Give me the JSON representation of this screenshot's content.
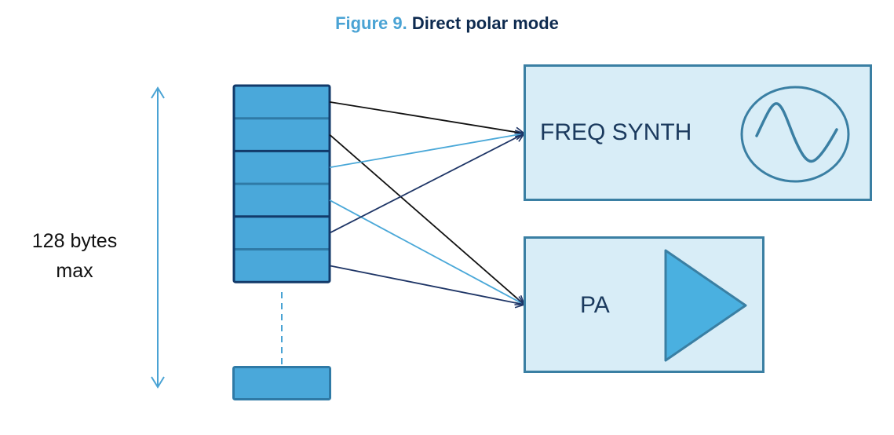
{
  "figure": {
    "number_label": "Figure 9.",
    "title": "Direct polar mode"
  },
  "size_annotation": {
    "line1": "128 bytes",
    "line2": "max"
  },
  "memory": {
    "row_count": 6,
    "group_size": 2,
    "has_ellipsis": true
  },
  "blocks": [
    {
      "id": "freq-synth",
      "label": "FREQ SYNTH",
      "icon": "sine-wave-icon"
    },
    {
      "id": "pa",
      "label": "PA",
      "icon": "amplifier-triangle-icon"
    }
  ],
  "connections": [
    {
      "from_row": 1,
      "to": "freq-synth",
      "color": "#111111"
    },
    {
      "from_row": 2,
      "to": "pa",
      "color": "#111111"
    },
    {
      "from_row": 3,
      "to": "freq-synth",
      "color": "#4aa8d8"
    },
    {
      "from_row": 4,
      "to": "pa",
      "color": "#4aa8d8"
    },
    {
      "from_row": 5,
      "to": "freq-synth",
      "color": "#1e3566"
    },
    {
      "from_row": 6,
      "to": "pa",
      "color": "#1e3566"
    }
  ],
  "colors": {
    "title_accent": "#4aa3d4",
    "title_dark": "#0d2a4f",
    "cell_fill": "#4aa8da",
    "cell_border": "#123a6a",
    "block_fill": "#d8edf7",
    "block_border": "#3a7fa3",
    "dimension_arrow": "#4aa3d4"
  }
}
